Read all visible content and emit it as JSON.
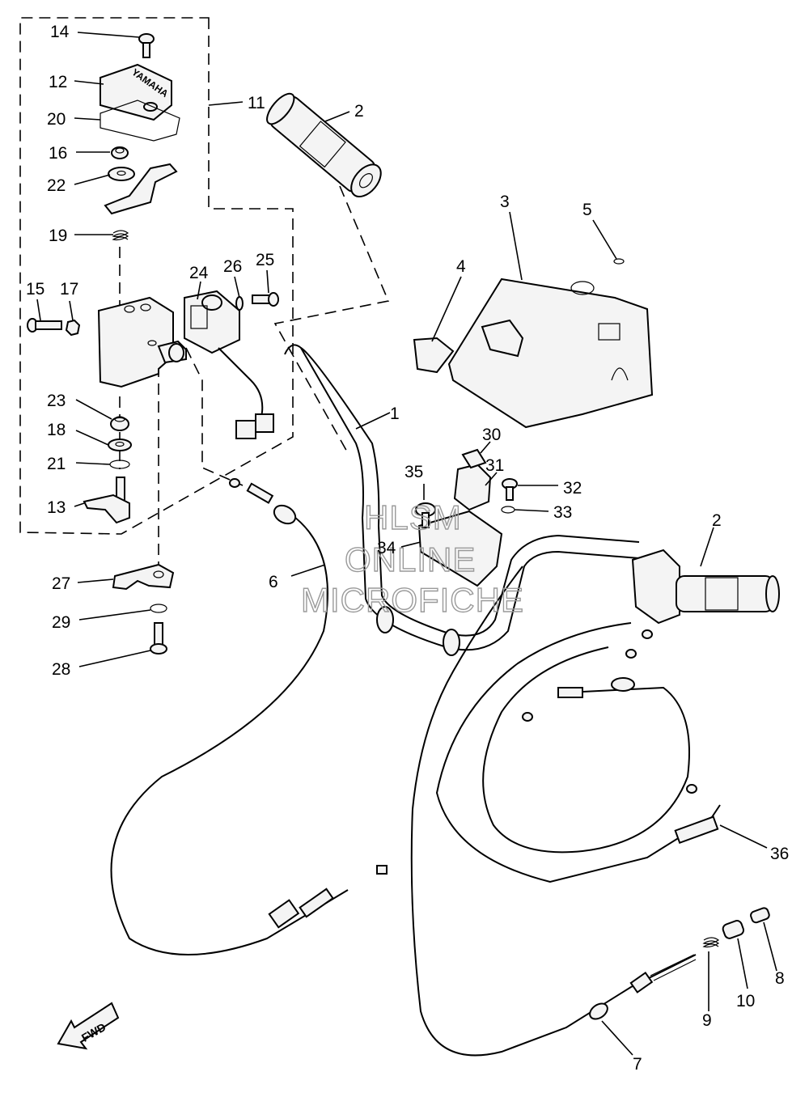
{
  "watermark": {
    "line1": "HLSM",
    "line2": "ONLINE",
    "line3": "MICROFICHE"
  },
  "direction_badge": "FWD",
  "cover_logo_text": "YAMAHA",
  "callouts": [
    {
      "num": "14"
    },
    {
      "num": "12"
    },
    {
      "num": "20"
    },
    {
      "num": "16"
    },
    {
      "num": "22"
    },
    {
      "num": "11"
    },
    {
      "num": "2"
    },
    {
      "num": "19"
    },
    {
      "num": "3"
    },
    {
      "num": "5"
    },
    {
      "num": "24"
    },
    {
      "num": "26"
    },
    {
      "num": "25"
    },
    {
      "num": "15"
    },
    {
      "num": "17"
    },
    {
      "num": "4"
    },
    {
      "num": "23"
    },
    {
      "num": "1"
    },
    {
      "num": "18"
    },
    {
      "num": "30"
    },
    {
      "num": "21"
    },
    {
      "num": "35"
    },
    {
      "num": "31"
    },
    {
      "num": "32"
    },
    {
      "num": "13"
    },
    {
      "num": "33"
    },
    {
      "num": "2"
    },
    {
      "num": "34"
    },
    {
      "num": "27"
    },
    {
      "num": "6"
    },
    {
      "num": "29"
    },
    {
      "num": "28"
    },
    {
      "num": "36"
    },
    {
      "num": "8"
    },
    {
      "num": "10"
    },
    {
      "num": "9"
    },
    {
      "num": "7"
    }
  ]
}
